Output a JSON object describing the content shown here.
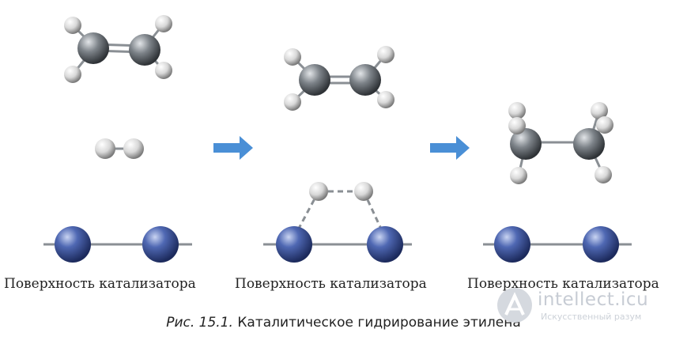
{
  "panels": [
    {
      "label": "Поверхность катализатора"
    },
    {
      "label": "Поверхность катализатора"
    },
    {
      "label": "Поверхность катализатора"
    }
  ],
  "caption": {
    "number": "Рис. 15.1.",
    "text": "Каталитическое гидрирование этилена"
  },
  "watermark": {
    "brand": "intellect.icu",
    "tagline": "Искусственный разум"
  },
  "colors": {
    "carbon": "#7d8389",
    "hydrogen": "#e6e6e6",
    "catalyst": "#4f68b3",
    "arrow": "#4a8fd6",
    "bond": "#8a8f94"
  }
}
